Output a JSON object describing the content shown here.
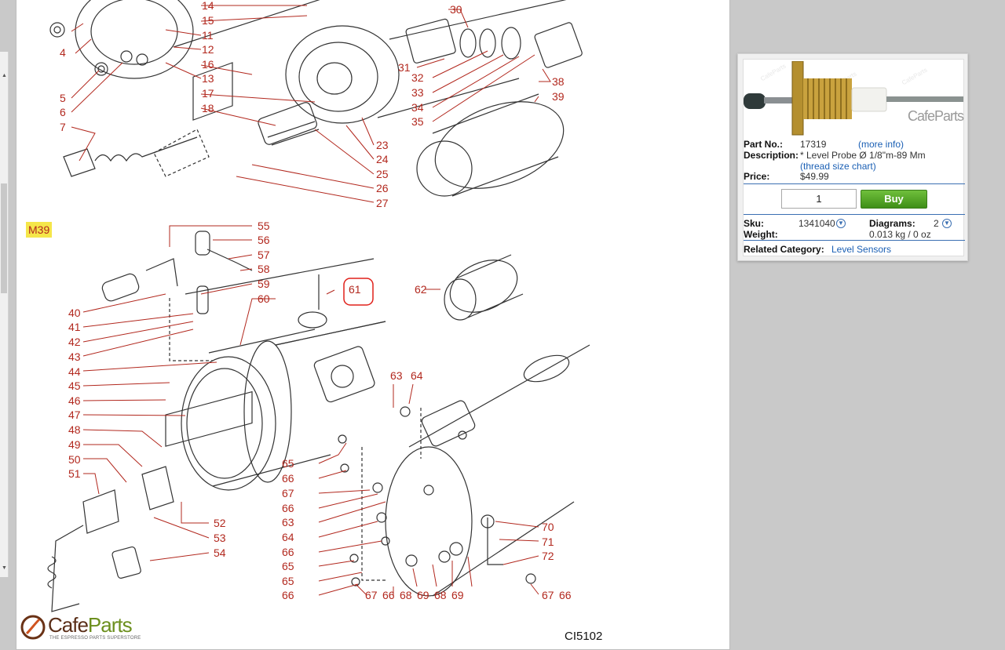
{
  "diagram": {
    "section_tag": "M39",
    "code": "CI5102",
    "logo_brand_a": "Cafe",
    "logo_brand_b": "Parts",
    "logo_tagline": "THE ESPRESSO PARTS SUPERSTORE",
    "colors": {
      "callout": "#b2281e",
      "drawing": "#333333",
      "highlight": "#e0201a"
    }
  },
  "scrollbar": {
    "up_icon": "triangle-up",
    "down_icon": "triangle-down"
  },
  "product": {
    "part_no_label": "Part No.:",
    "part_no": "17319",
    "more_info": "(more info)",
    "description_label": "Description:",
    "description": "* Level Probe Ø 1/8\"m-89 Mm",
    "thread_chart": "(thread size chart)",
    "price_label": "Price:",
    "price": "$49.99",
    "quantity": "1",
    "buy_label": "Buy",
    "sku_label": "Sku:",
    "sku": "1341040",
    "weight_label": "Weight:",
    "diagrams_label": "Diagrams:",
    "diagrams_count": "2",
    "weight": "0.013 kg / 0 oz",
    "related_label": "Related Category:",
    "related_link": "Level Sensors",
    "image_logo": "CafeParts",
    "watermark": "CafeParts",
    "colors": {
      "link": "#1a5fb4",
      "buy": "#4fa426",
      "rule": "#3b6fb2"
    }
  }
}
